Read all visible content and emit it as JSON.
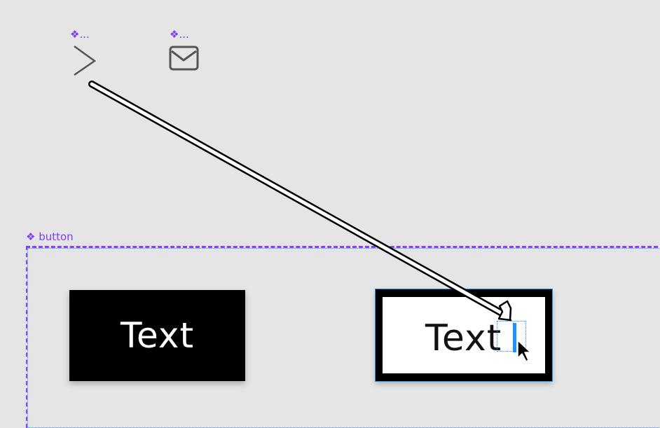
{
  "canvas": {
    "background": "#e5e5e5",
    "accent_component": "#7b3ff2",
    "selection_color": "#1e90ff"
  },
  "components": {
    "chevron_label": "❖...",
    "mail_label": "❖...",
    "frame_label": "❖ button"
  },
  "buttons": {
    "dark": {
      "label": "Text",
      "bg": "#000000",
      "fg": "#ffffff"
    },
    "light": {
      "label": "Text",
      "bg": "#ffffff",
      "border": "#000000"
    }
  },
  "icons": {
    "chevron": "chevron-right-icon",
    "mail": "mail-icon",
    "cursor": "mouse-pointer-icon",
    "arrow": "drag-arrow"
  }
}
